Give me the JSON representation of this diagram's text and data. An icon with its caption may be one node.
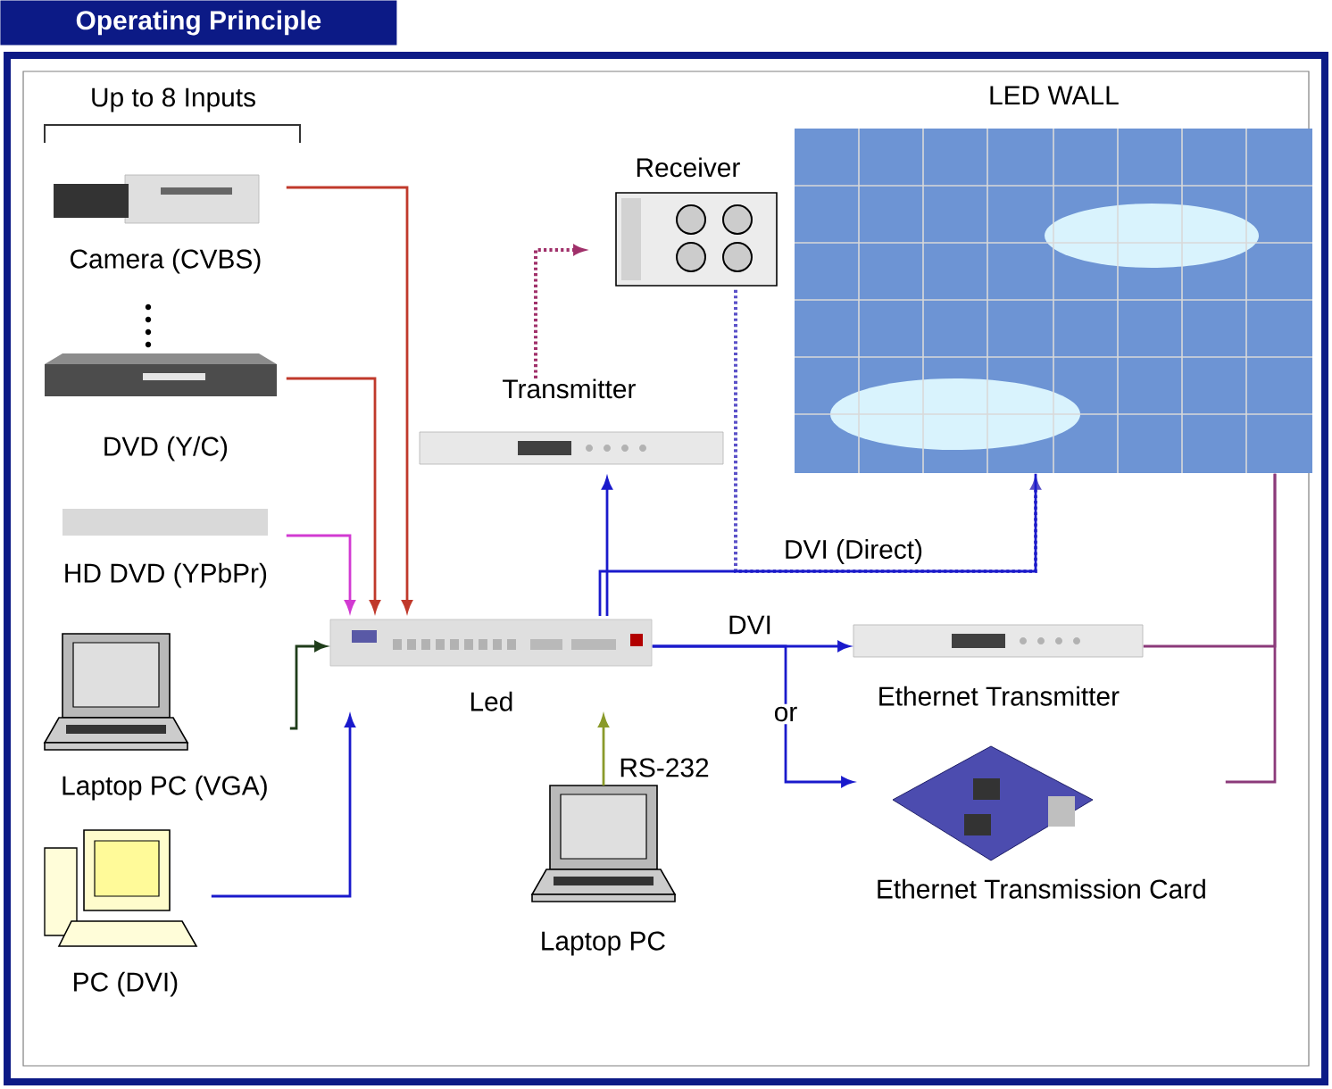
{
  "diagram": {
    "title": "Operating Principle",
    "nodes": [
      {
        "text": [
          "Camera (CVBS)"
        ]
      },
      {
        "text": [
          "DVD (Y/C)"
        ]
      },
      {
        "text": [
          "HD DVD (YPbPr)"
        ]
      },
      {
        "text": [
          "Laptop PC (VGA)"
        ]
      },
      {
        "text": [
          "PC (DVI)"
        ]
      },
      {
        "text": [
          "Led"
        ]
      },
      {
        "text": [
          "Receiver"
        ]
      },
      {
        "text": [
          "Transmitter"
        ]
      },
      {
        "text": [
          "LED WALL"
        ]
      },
      {
        "text": [
          "Ethernet Transmitter"
        ]
      },
      {
        "text": [
          "Ethernet Transmission Card"
        ]
      },
      {
        "text": [
          "Laptop PC"
        ]
      }
    ],
    "edges": [
      {
        "from": 0,
        "to": 5,
        "arrow": "to",
        "color": "#c0392b"
      },
      {
        "from": 1,
        "to": 5,
        "arrow": "to",
        "color": "#c0392b"
      },
      {
        "from": 2,
        "to": 5,
        "arrow": "to",
        "color": "#d23ad2"
      },
      {
        "from": 3,
        "to": 5,
        "arrow": "to",
        "color": "#1f3d1a"
      },
      {
        "from": 4,
        "to": 5,
        "arrow": "to"
      },
      {
        "from": 11,
        "to": 5,
        "arrow": "to",
        "label": "RS-232",
        "color": "#8a9a2a"
      },
      {
        "from": 5,
        "to": 7,
        "arrow": "to"
      },
      {
        "from": 5,
        "to": 8,
        "arrow": "none",
        "label": "DVI (Direct)"
      },
      {
        "from": 7,
        "to": 6,
        "arrow": "to",
        "style": "dashed",
        "color": "#a0306a"
      },
      {
        "from": 6,
        "to": 8,
        "arrow": "to",
        "style": "dashed",
        "color": "#5a50c8"
      },
      {
        "from": 5,
        "to": 9,
        "arrow": "to",
        "label": "DVI"
      },
      {
        "from": 5,
        "to": 10,
        "arrow": "to",
        "label": "or"
      },
      {
        "from": 9,
        "to": 8,
        "arrow": "none",
        "color": "#8b3a7a"
      },
      {
        "from": 10,
        "to": 8,
        "arrow": "none",
        "color": "#8b3a7a"
      }
    ],
    "labels": [
      "Up to 8 Inputs"
    ]
  }
}
